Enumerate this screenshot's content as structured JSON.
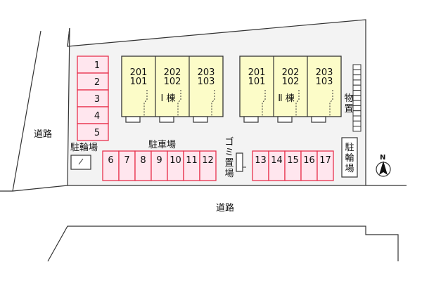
{
  "colors": {
    "lot_fill": "#f3f3f3",
    "building_fill": "#fcfcc8",
    "parking_fill": "#ffe6ee",
    "parking_border": "#e8324e",
    "outline": "#333333"
  },
  "roads": {
    "left": "道路",
    "bottom": "道路"
  },
  "parking": {
    "title": "駐車場",
    "left_column": [
      "1",
      "2",
      "3",
      "4",
      "5"
    ],
    "bottom_left_row": [
      "6",
      "7",
      "8",
      "9",
      "10",
      "11",
      "12"
    ],
    "bottom_right_row": [
      "13",
      "14",
      "15",
      "16",
      "17"
    ]
  },
  "bike_parking": {
    "label": "駐輪場"
  },
  "garbage": {
    "label_chars": [
      "ゴ",
      "ミ",
      "置",
      "場"
    ]
  },
  "storage": {
    "label_chars": [
      "物",
      "置"
    ]
  },
  "right_parking": {
    "label_chars": [
      "駐",
      "輪",
      "場"
    ]
  },
  "buildings": [
    {
      "name": "Ⅰ 棟",
      "units": [
        {
          "upper": "201",
          "lower": "101"
        },
        {
          "upper": "202",
          "lower": "102"
        },
        {
          "upper": "203",
          "lower": "103"
        }
      ]
    },
    {
      "name": "Ⅱ 棟",
      "units": [
        {
          "upper": "201",
          "lower": "101"
        },
        {
          "upper": "202",
          "lower": "102"
        },
        {
          "upper": "203",
          "lower": "103"
        }
      ]
    }
  ],
  "compass": {
    "label": "N"
  }
}
